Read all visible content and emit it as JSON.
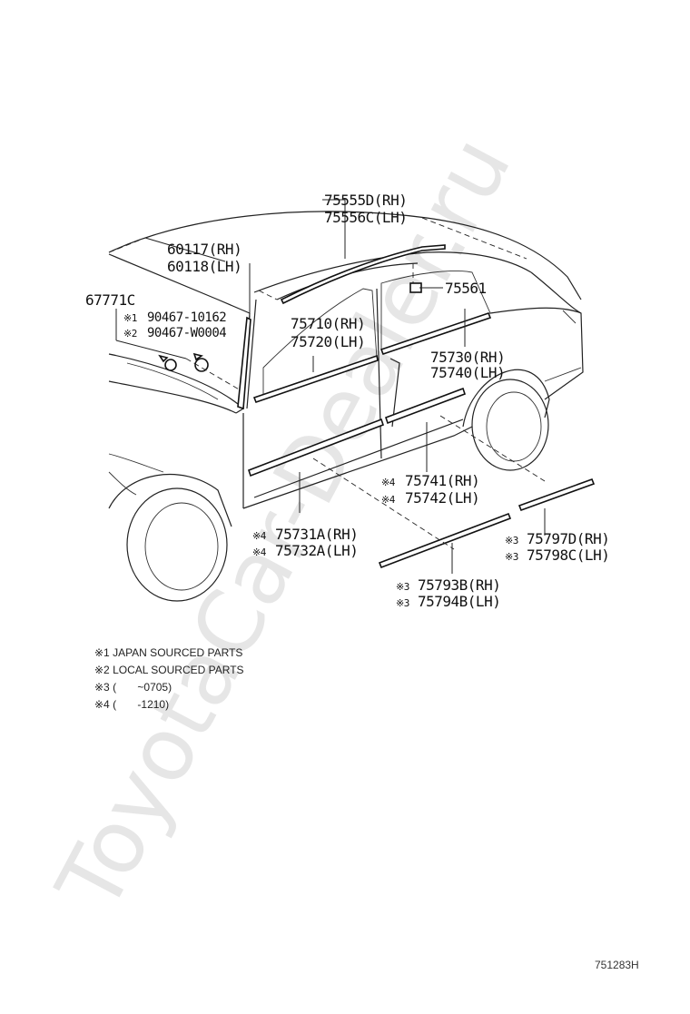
{
  "watermark": "ToyotaCar-Dealer.ru",
  "callouts": {
    "roof_rh": "75555D(RH)",
    "roof_lh": "75556C(LH)",
    "wind_rh": "60117(RH)",
    "wind_lh": "60118(LH)",
    "emblem": "67771C",
    "clip1_mark": "※1",
    "clip1": "90467-10162",
    "clip2_mark": "※2",
    "clip2": "90467-W0004",
    "clip_small": "75561",
    "frbelt_rh": "75710(RH)",
    "frbelt_lh": "75720(LH)",
    "rrbelt_rh": "75730(RH)",
    "rrbelt_lh": "75740(LH)",
    "rrside_mark": "※4",
    "rrside_rh": "75741(RH)",
    "rrside_lh": "75742(LH)",
    "frside_mark": "※4",
    "frside_rh": "75731A(RH)",
    "frside_lh": "75732A(LH)",
    "rockr_mark": "※3",
    "rockr_rh": "75797D(RH)",
    "rockr_lh": "75798C(LH)",
    "rockf_mark": "※3",
    "rockf_rh": "75793B(RH)",
    "rockf_lh": "75794B(LH)"
  },
  "notes": [
    "※1 JAPAN SOURCED PARTS",
    "※2 LOCAL SOURCED PARTS",
    "※3 (       ~0705)",
    "※4 (       -1210)"
  ],
  "diagram_code": "751283H"
}
